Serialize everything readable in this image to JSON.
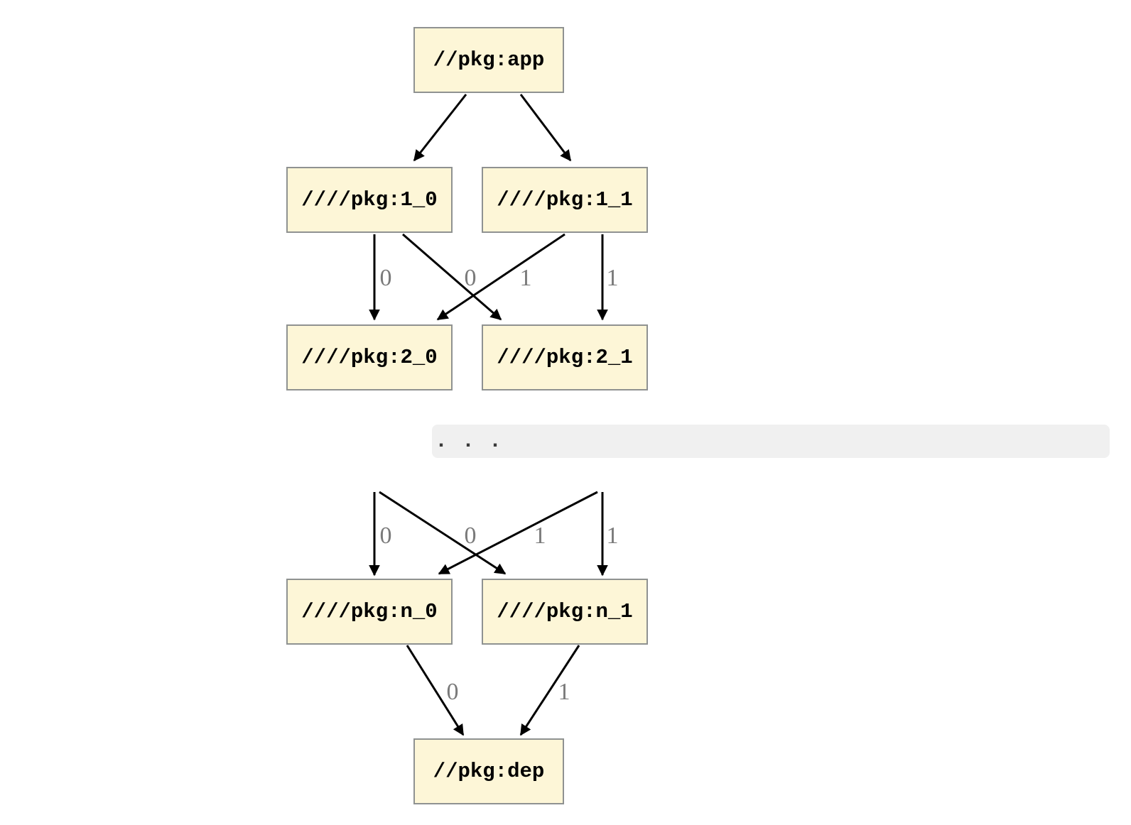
{
  "diagram": {
    "type": "dependency-graph",
    "nodes": {
      "app": {
        "label": "//pkg:app"
      },
      "v1_0": {
        "label": "////pkg:1_0"
      },
      "v1_1": {
        "label": "////pkg:1_1"
      },
      "v2_0": {
        "label": "////pkg:2_0"
      },
      "v2_1": {
        "label": "////pkg:2_1"
      },
      "vn_0": {
        "label": "////pkg:n_0"
      },
      "vn_1": {
        "label": "////pkg:n_1"
      },
      "dep": {
        "label": "//pkg:dep"
      }
    },
    "ellipsis": ". . .",
    "edge_labels": {
      "b_vert_left": "0",
      "b_diag_left": "0",
      "b_diag_right": "1",
      "b_vert_right": "1",
      "c_vert_left": "0",
      "c_diag_left": "0",
      "c_diag_right": "1",
      "c_vert_right": "1",
      "d_left": "0",
      "d_right": "1"
    },
    "colors": {
      "background": "#ffffff",
      "node_fill": "#fdf6d7",
      "node_border": "#8f9291",
      "edge": "#000000",
      "edge_label": "#7a7a7a",
      "ellipsis_bar": "#f0f0f0",
      "ellipsis_dots": "#3b3b3b"
    }
  }
}
